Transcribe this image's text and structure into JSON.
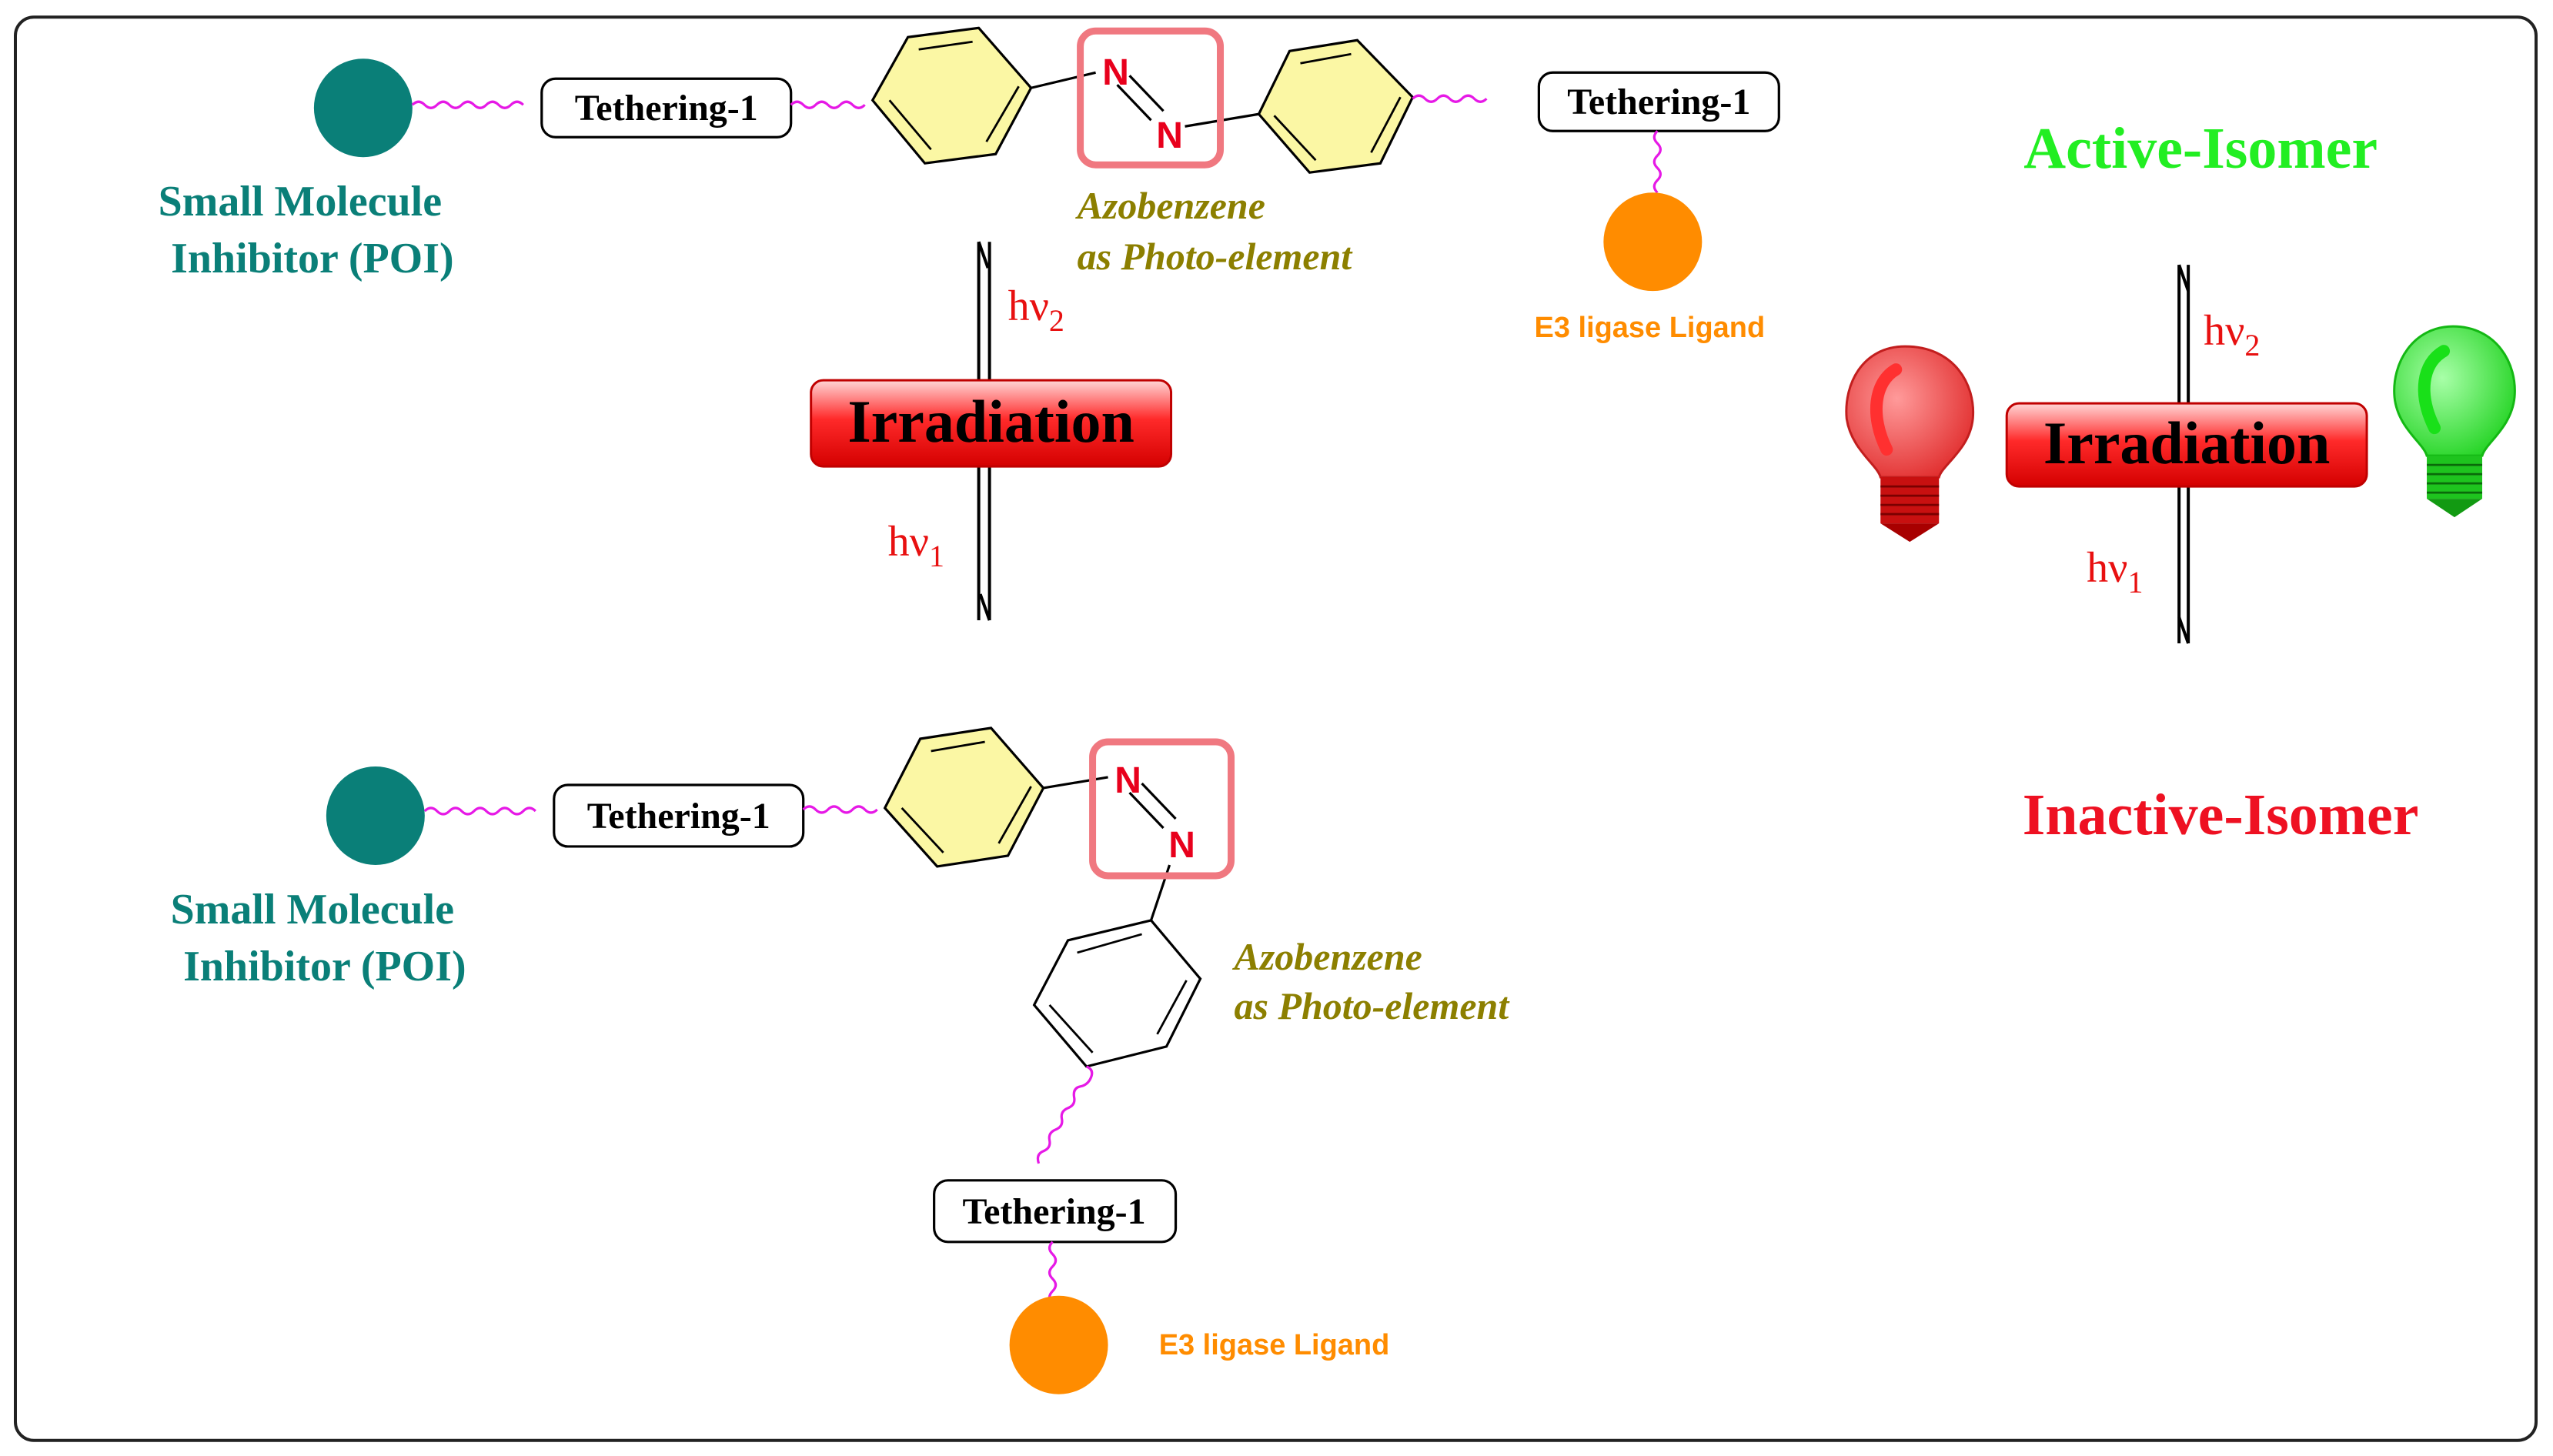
{
  "colors": {
    "teal": "#0a7f78",
    "orange": "#ff8c00",
    "magenta": "#e619e6",
    "ring_fill": "#fbf7a4",
    "azo_red": "#e8001c",
    "azo_box": "#f07880",
    "olive": "#8c7f00",
    "active_green": "#22ee22",
    "inactive_red": "#ee1122",
    "hv_red": "#e81010",
    "bulb_red": "#f23a3a",
    "bulb_green": "#2ef02e"
  },
  "icons": {
    "red_bulb": "light-bulb-off-icon",
    "green_bulb": "light-bulb-on-icon"
  },
  "top_molecule": {
    "inhibitor_label_line1": "Small Molecule",
    "inhibitor_label_line2": "Inhibitor (POI)",
    "tether_left": "Tethering-1",
    "tether_right": "Tethering-1",
    "azo_n1": "N",
    "azo_n2": "N",
    "azo_caption_line1": "Azobenzene",
    "azo_caption_line2": "as Photo-element",
    "e3_label": "E3 ligase Ligand"
  },
  "bottom_molecule": {
    "inhibitor_label_line1": "Small Molecule",
    "inhibitor_label_line2": "Inhibitor (POI)",
    "tether_left": "Tethering-1",
    "tether_bottom": "Tethering-1",
    "azo_n1": "N",
    "azo_n2": "N",
    "azo_caption_line1": "Azobenzene",
    "azo_caption_line2": "as Photo-element",
    "e3_label": "E3 ligase Ligand"
  },
  "left_equilibrium": {
    "label": "Irradiation",
    "hv_top_base": "hν",
    "hv_top_sub": "2",
    "hv_bottom_base": "hν",
    "hv_bottom_sub": "1"
  },
  "right_equilibrium": {
    "label": "Irradiation",
    "hv_top_base": "hν",
    "hv_top_sub": "2",
    "hv_bottom_base": "hν",
    "hv_bottom_sub": "1"
  },
  "states": {
    "active": "Active-Isomer",
    "inactive": "Inactive-Isomer"
  }
}
